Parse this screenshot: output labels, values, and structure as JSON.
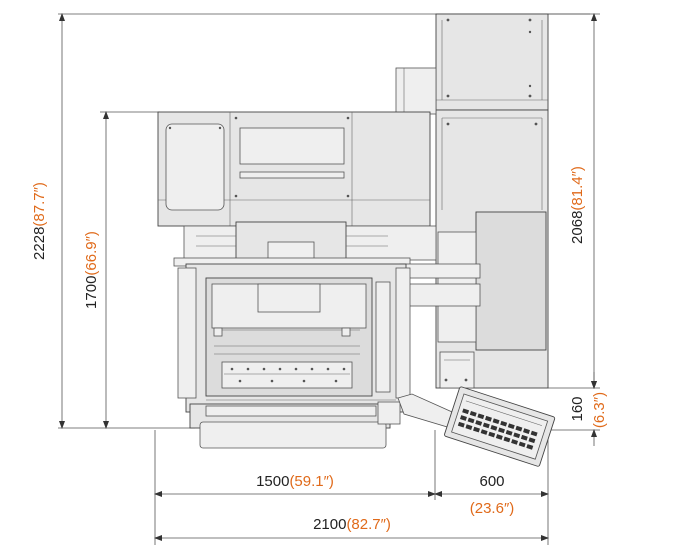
{
  "dimensions": {
    "height_total": {
      "mm": "2228",
      "inch": "(87.7″)"
    },
    "height_body": {
      "mm": "1700",
      "inch": "(66.9″)"
    },
    "height_right": {
      "mm": "2068",
      "inch": "(81.4″)"
    },
    "panel_offset": {
      "mm": "160",
      "inch": "(6.3″)"
    },
    "width_body": {
      "mm": "1500",
      "inch": "(59.1″)"
    },
    "width_side": {
      "mm": "600",
      "inch": "(23.6″)"
    },
    "width_total": {
      "mm": "2100",
      "inch": "(82.7″)"
    }
  },
  "colors": {
    "mm_text": "#222222",
    "inch_text": "#e06a1a",
    "machine_fill": "#e6e6e6",
    "line": "#444444"
  }
}
